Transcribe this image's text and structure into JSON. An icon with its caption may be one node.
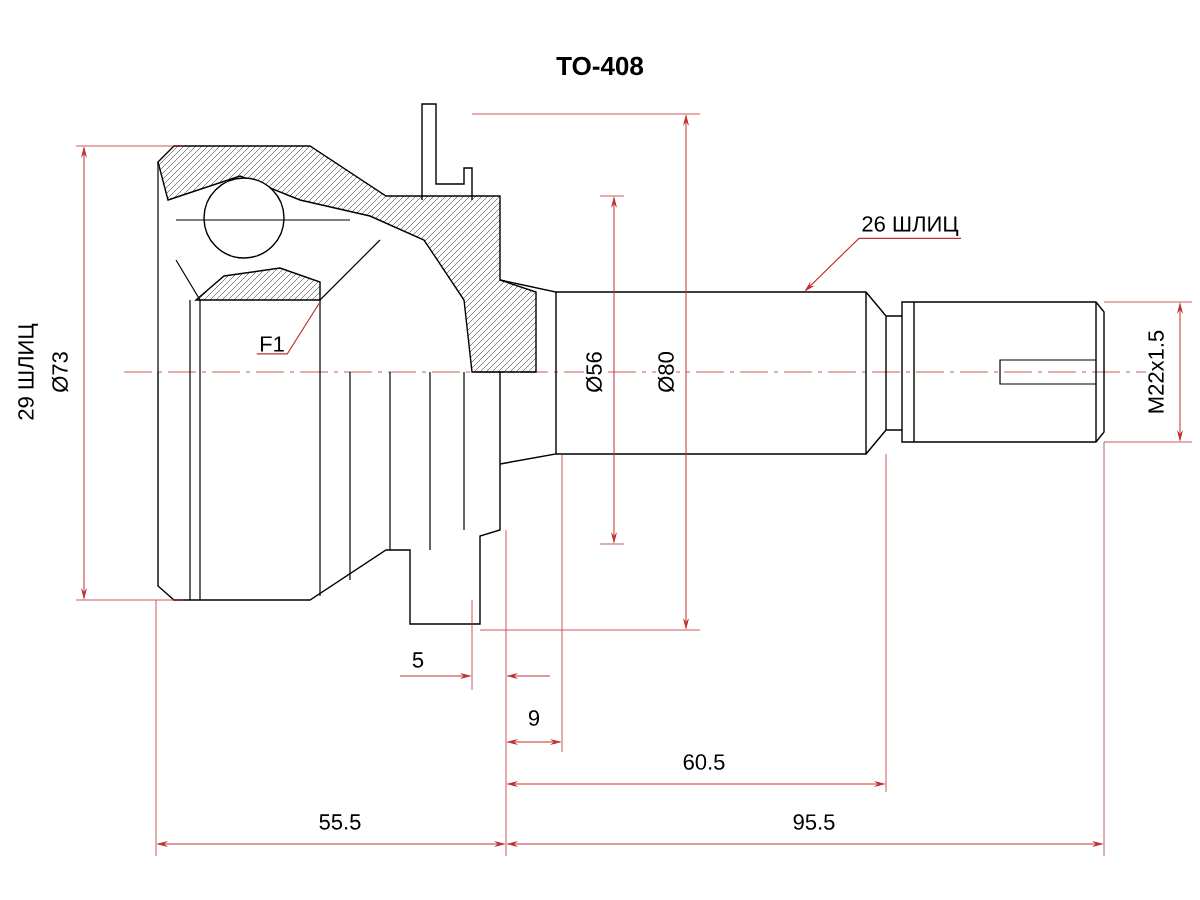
{
  "diagram": {
    "title": "TO-408",
    "nodes": [
      {
        "text": [
          "26 ШЛИЦ"
        ]
      },
      {
        "text": [
          "F1"
        ]
      }
    ],
    "edges": [
      {
        "from": 0,
        "to": null,
        "arrow": "to"
      },
      {
        "from": 1,
        "to": null,
        "arrow": "none"
      }
    ],
    "labels": [
      "29 ШЛИЦ",
      "Ø73",
      "Ø56",
      "Ø80",
      "M22x1.5",
      "5",
      "9",
      "60.5",
      "55.5",
      "95.5"
    ]
  }
}
